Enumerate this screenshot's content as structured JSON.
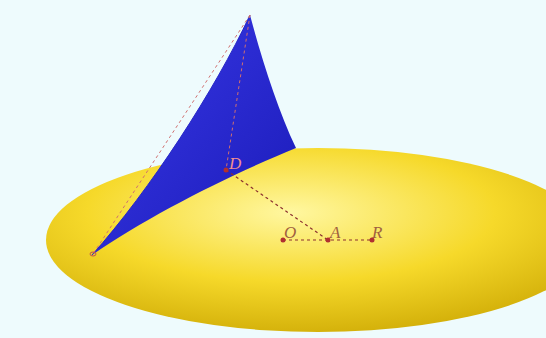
{
  "diagram": {
    "labels": [
      "D",
      "O",
      "A",
      "R"
    ]
  }
}
